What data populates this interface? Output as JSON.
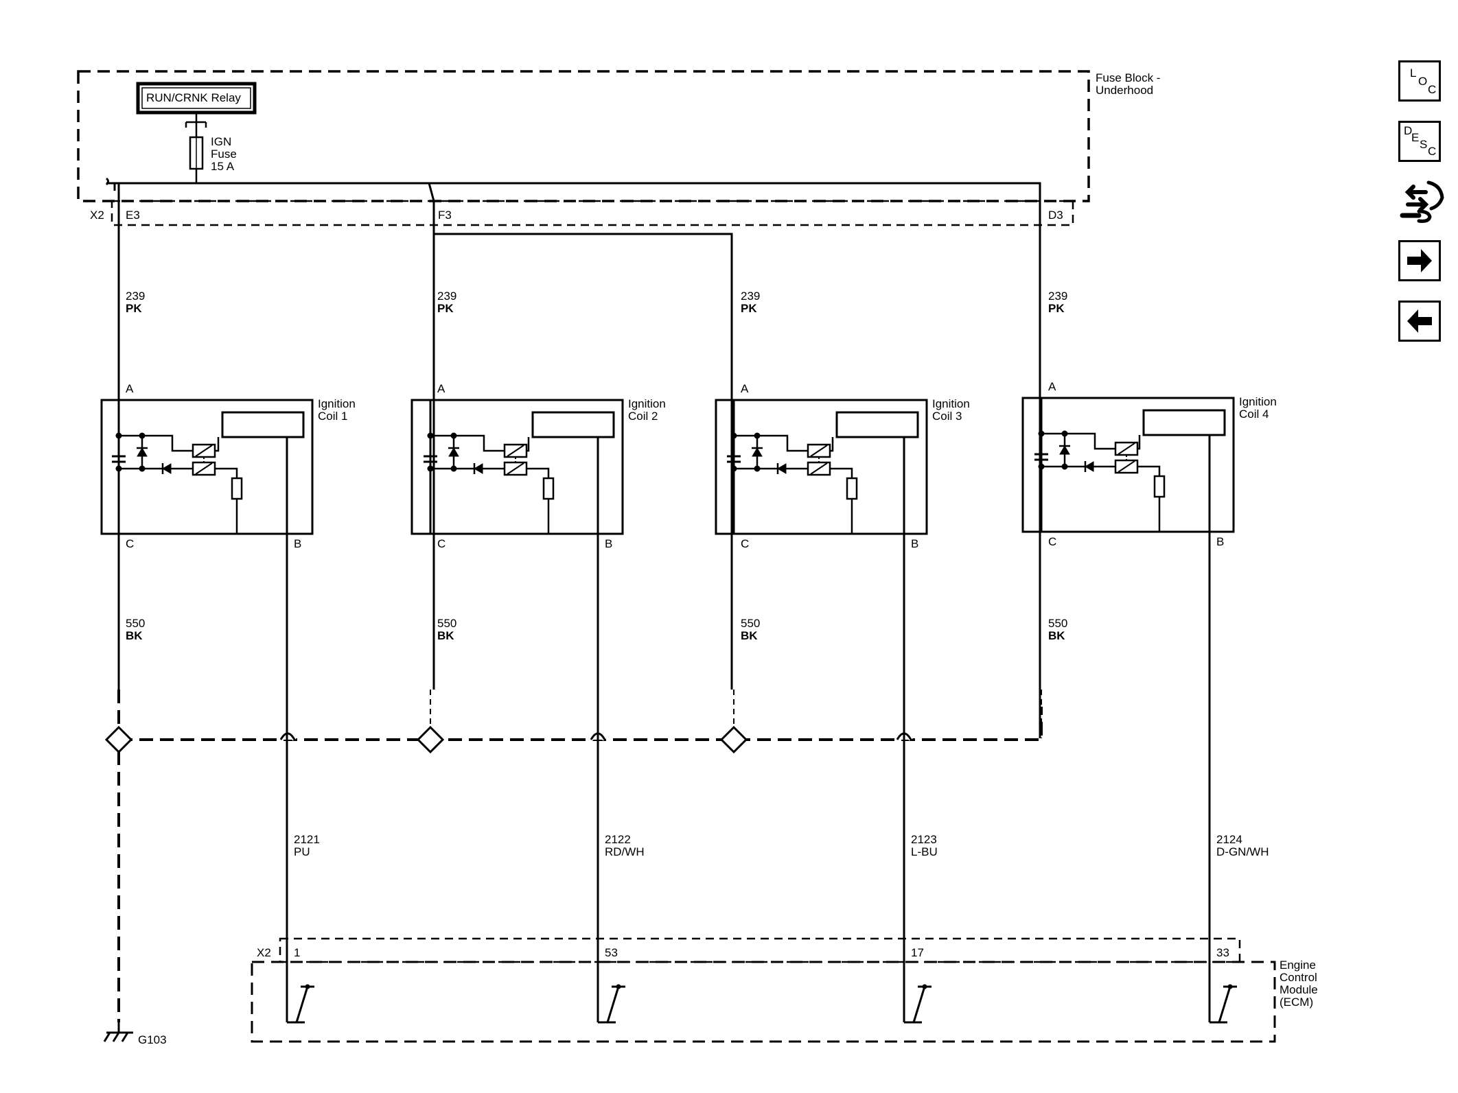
{
  "fuse_block": {
    "title_line1": "Fuse Block -",
    "title_line2": "Underhood",
    "relay_label": "RUN/CRNK Relay",
    "fuse_line1": "IGN",
    "fuse_line2": "Fuse",
    "fuse_line3": "15 A",
    "connector": "X2",
    "pins": [
      "E3",
      "F3",
      "D3"
    ]
  },
  "coils": [
    {
      "name_line1": "Ignition",
      "name_line2": "Coil 1",
      "feed_circuit": "239",
      "feed_color": "PK",
      "ground_circuit": "550",
      "ground_color": "BK",
      "signal_circuit": "2121",
      "signal_color": "PU",
      "ecm_pin": "1"
    },
    {
      "name_line1": "Ignition",
      "name_line2": "Coil 2",
      "feed_circuit": "239",
      "feed_color": "PK",
      "ground_circuit": "550",
      "ground_color": "BK",
      "signal_circuit": "2122",
      "signal_color": "RD/WH",
      "ecm_pin": "53"
    },
    {
      "name_line1": "Ignition",
      "name_line2": "Coil 3",
      "feed_circuit": "239",
      "feed_color": "PK",
      "ground_circuit": "550",
      "ground_color": "BK",
      "signal_circuit": "2123",
      "signal_color": "L-BU",
      "ecm_pin": "17"
    },
    {
      "name_line1": "Ignition",
      "name_line2": "Coil 4",
      "feed_circuit": "239",
      "feed_color": "PK",
      "ground_circuit": "550",
      "ground_color": "BK",
      "signal_circuit": "2124",
      "signal_color": "D-GN/WH",
      "ecm_pin": "33"
    }
  ],
  "coil_pins": {
    "a": "A",
    "b": "B",
    "c": "C"
  },
  "ecm": {
    "line1": "Engine",
    "line2": "Control",
    "line3": "Module",
    "line4": "(ECM)",
    "connector": "X2"
  },
  "ground": {
    "label": "G103"
  },
  "nav": {
    "loc": {
      "l1": "L",
      "l2": "O",
      "l3": "C",
      "icon": "loc-icon"
    },
    "desc": {
      "l1": "D",
      "l2": "E",
      "l3": "S",
      "l4": "C",
      "icon": "desc-icon"
    },
    "connector_icon": "connector-wrench-icon",
    "next_icon": "arrow-right-icon",
    "prev_icon": "arrow-left-icon"
  }
}
